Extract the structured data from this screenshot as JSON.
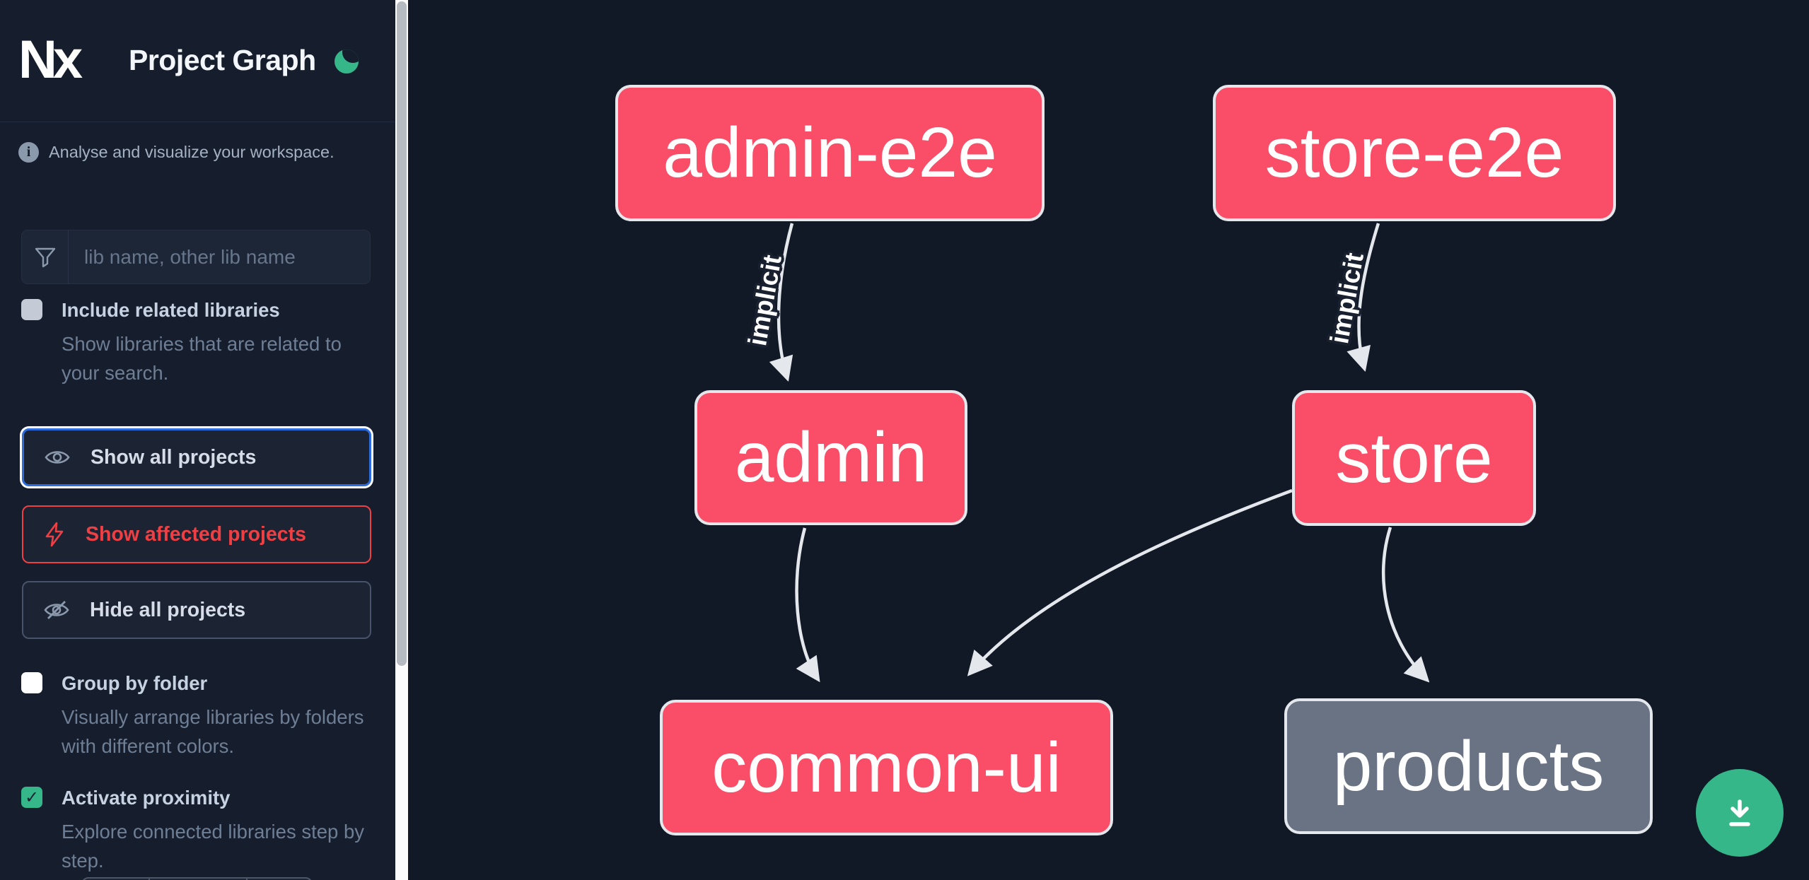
{
  "app": {
    "logo_text": "Nx",
    "title": "Project Graph",
    "theme_toggle": "moon"
  },
  "sidebar": {
    "tagline": "Analyse and visualize your workspace.",
    "info_icon_glyph": "i",
    "search": {
      "placeholder": "lib name, other lib name"
    },
    "options": [
      {
        "label": "Include related libraries",
        "description": "Show libraries that are related to your search.",
        "checked": false
      },
      {
        "label": "Group by folder",
        "description": "Visually arrange libraries by folders with different colors.",
        "checked": false
      },
      {
        "label": "Activate proximity",
        "description": "Explore connected libraries step by step.",
        "checked": true
      }
    ],
    "check_glyph": "✓",
    "buttons": [
      {
        "label": "Show all projects",
        "icon": "eye-icon",
        "state": "focused"
      },
      {
        "label": "Show affected projects",
        "icon": "bolt-icon",
        "state": "affected"
      },
      {
        "label": "Hide all projects",
        "icon": "eye-off-icon",
        "state": "default"
      }
    ]
  },
  "graph": {
    "nodes": [
      {
        "id": "admin-e2e",
        "label": "admin-e2e",
        "type": "affected"
      },
      {
        "id": "store-e2e",
        "label": "store-e2e",
        "type": "affected"
      },
      {
        "id": "admin",
        "label": "admin",
        "type": "affected"
      },
      {
        "id": "store",
        "label": "store",
        "type": "affected"
      },
      {
        "id": "common-ui",
        "label": "common-ui",
        "type": "affected"
      },
      {
        "id": "products",
        "label": "products",
        "type": "unaffected"
      }
    ],
    "edges": [
      {
        "from": "admin-e2e",
        "to": "admin",
        "label": "implicit"
      },
      {
        "from": "store-e2e",
        "to": "store",
        "label": "implicit"
      },
      {
        "from": "admin",
        "to": "common-ui",
        "label": ""
      },
      {
        "from": "store",
        "to": "common-ui",
        "label": ""
      },
      {
        "from": "store",
        "to": "products",
        "label": ""
      }
    ]
  },
  "fab": {
    "icon": "download-icon"
  },
  "colors": {
    "affected": "#fa4d67",
    "unaffected": "#6a7384",
    "node_border": "#e4e7ec",
    "edge": "#e4e7ec",
    "accent_green": "#36b78a",
    "accent_blue": "#2e6bdb",
    "accent_red": "#ee4044",
    "sidebar_bg": "#161e2d",
    "canvas_bg": "#111826"
  }
}
